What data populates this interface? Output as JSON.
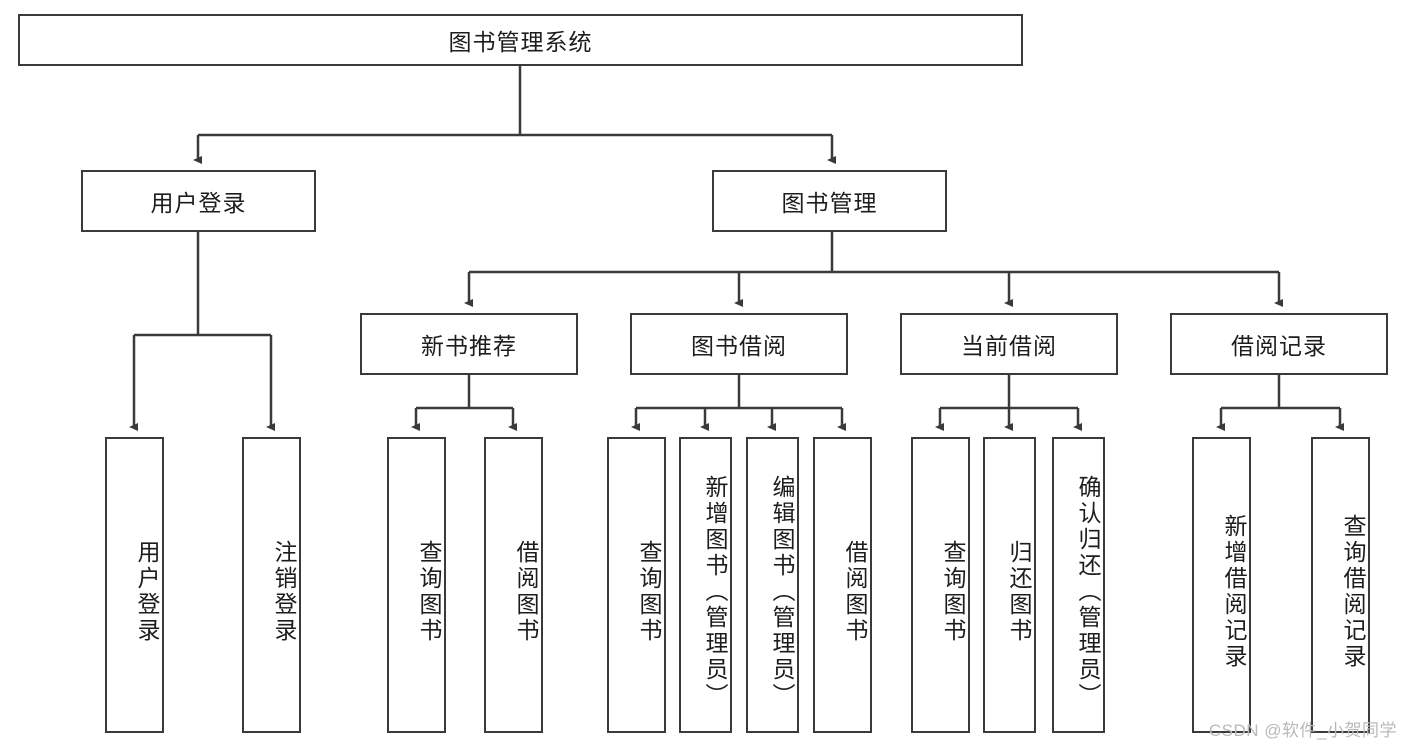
{
  "diagram": {
    "title": "图书管理系统",
    "type": "tree-hierarchy",
    "root": {
      "label": "图书管理系统"
    },
    "level2": [
      {
        "label": "用户登录"
      },
      {
        "label": "图书管理"
      }
    ],
    "level3": [
      {
        "label": "新书推荐"
      },
      {
        "label": "图书借阅"
      },
      {
        "label": "当前借阅"
      },
      {
        "label": "借阅记录"
      }
    ],
    "leaves": {
      "user_login": [
        {
          "label": "用户登录"
        },
        {
          "label": "注销登录"
        }
      ],
      "new_book_recommend": [
        {
          "label": "查询图书"
        },
        {
          "label": "借阅图书"
        }
      ],
      "book_borrow": [
        {
          "label": "查询图书"
        },
        {
          "label": "新增图书（管理员）"
        },
        {
          "label": "编辑图书（管理员）"
        },
        {
          "label": "借阅图书"
        }
      ],
      "current_borrow": [
        {
          "label": "查询图书"
        },
        {
          "label": "归还图书"
        },
        {
          "label": "确认归还（管理员）"
        }
      ],
      "borrow_record": [
        {
          "label": "新增借阅记录"
        },
        {
          "label": "查询借阅记录"
        }
      ]
    }
  },
  "watermark": {
    "text": "CSDN @软件_小贺同学"
  },
  "colors": {
    "line": "#3a3a3a",
    "text": "#1d1d1d",
    "background": "#ffffff",
    "watermark": "#b9b9b9"
  }
}
